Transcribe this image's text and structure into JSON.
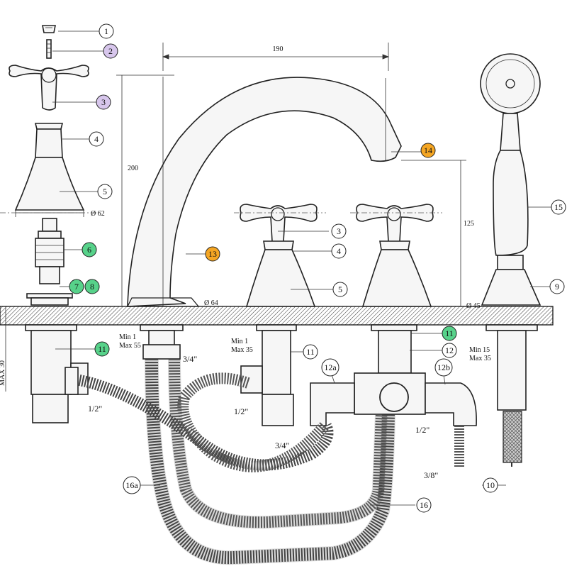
{
  "dimensions": {
    "width_190": "190",
    "height_200": "200",
    "height_125": "125",
    "dia_62": "Ø 62",
    "dia_64": "Ø 64",
    "dia_45": "Ø 45",
    "max_30": "MAX 30"
  },
  "mounting": {
    "spout_range_min": "Min 1",
    "spout_range_max": "Max 55",
    "valve_range_min": "Min 1",
    "valve_range_max": "Max 35",
    "shower_range_min": "Min 15",
    "shower_range_max": "Max 35"
  },
  "threads": {
    "spout_outlet": "3/4\"",
    "left_valve_outlet": "1/2\"",
    "mid_valve_outlet": "1/2\"",
    "tee_left": "3/4\"",
    "tee_right": "1/2\"",
    "shower_hose": "3/8\""
  },
  "callouts": [
    {
      "id": "c1",
      "label": "1",
      "color": "#ffffff"
    },
    {
      "id": "c2",
      "label": "2",
      "color": "#d7c6ec"
    },
    {
      "id": "c3a",
      "label": "3",
      "color": "#d7c6ec"
    },
    {
      "id": "c4a",
      "label": "4",
      "color": "#ffffff"
    },
    {
      "id": "c5a",
      "label": "5",
      "color": "#ffffff"
    },
    {
      "id": "c6",
      "label": "6",
      "color": "#57d28a"
    },
    {
      "id": "c7",
      "label": "7",
      "color": "#57d28a"
    },
    {
      "id": "c8",
      "label": "8",
      "color": "#57d28a"
    },
    {
      "id": "c11a",
      "label": "11",
      "color": "#57d28a"
    },
    {
      "id": "c13",
      "label": "13",
      "color": "#f5a623"
    },
    {
      "id": "c14",
      "label": "14",
      "color": "#f5a623"
    },
    {
      "id": "c3b",
      "label": "3",
      "color": "#ffffff"
    },
    {
      "id": "c4b",
      "label": "4",
      "color": "#ffffff"
    },
    {
      "id": "c5b",
      "label": "5",
      "color": "#ffffff"
    },
    {
      "id": "c11b",
      "label": "11",
      "color": "#ffffff"
    },
    {
      "id": "c11c",
      "label": "11",
      "color": "#57d28a"
    },
    {
      "id": "c12",
      "label": "12",
      "color": "#ffffff"
    },
    {
      "id": "c12a",
      "label": "12a",
      "color": "#ffffff"
    },
    {
      "id": "c12b",
      "label": "12b",
      "color": "#ffffff"
    },
    {
      "id": "c15",
      "label": "15",
      "color": "#ffffff"
    },
    {
      "id": "c9",
      "label": "9",
      "color": "#ffffff"
    },
    {
      "id": "c10",
      "label": "10",
      "color": "#ffffff"
    },
    {
      "id": "c16a",
      "label": "16a",
      "color": "#ffffff"
    },
    {
      "id": "c16",
      "label": "16",
      "color": "#ffffff"
    }
  ]
}
